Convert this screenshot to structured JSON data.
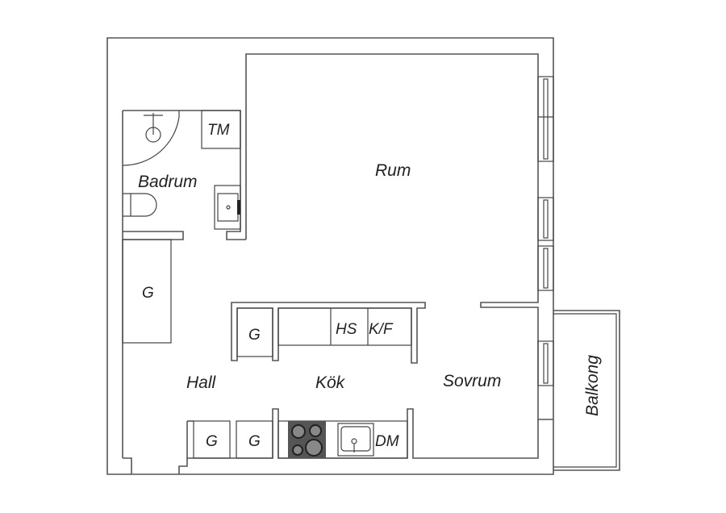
{
  "rooms": {
    "rum": "Rum",
    "badrum": "Badrum",
    "hall": "Hall",
    "kok": "Kök",
    "sovrum": "Sovrum",
    "balkong": "Balkong"
  },
  "fixtures": {
    "tm": "TM",
    "hall_cabinet": "G",
    "kitchen_upper_cabinet": "G",
    "hs": "HS",
    "kf": "K/F",
    "lower_cabinet_1": "G",
    "lower_cabinet_2": "G",
    "dm": "DM"
  }
}
